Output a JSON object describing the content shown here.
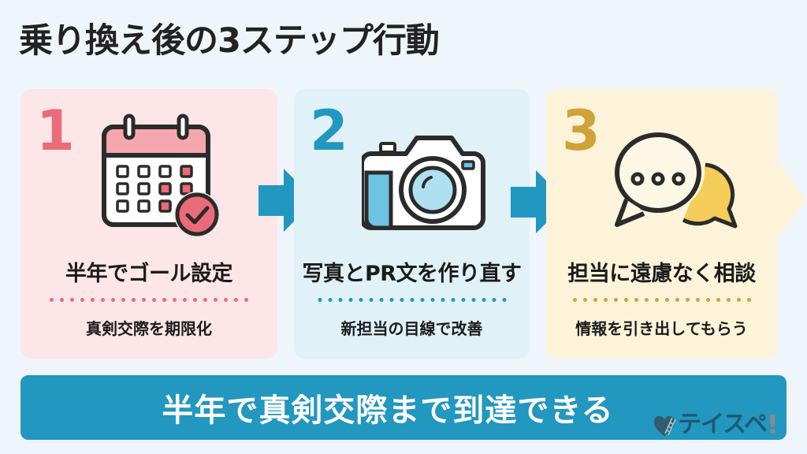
{
  "title": "乗り換え後の3ステップ行動",
  "colors": {
    "background": "#eef5fb",
    "step1_accent": "#ec6b78",
    "step1_bg": "#fce6e8",
    "step2_accent": "#2297c0",
    "step2_bg": "#e0f2f8",
    "step3_accent": "#cfa23a",
    "step3_bg": "#fcf3d9",
    "arrow": "#2297c0",
    "banner": "#2297c0"
  },
  "steps": [
    {
      "number": "1",
      "icon": "calendar-check-icon",
      "heading": "半年でゴール設定",
      "sub": "真剣交際を期限化"
    },
    {
      "number": "2",
      "icon": "camera-icon",
      "heading": "写真とPR文を作り直す",
      "sub": "新担当の目線で改善"
    },
    {
      "number": "3",
      "icon": "chat-bubbles-icon",
      "heading": "担当に遠慮なく相談",
      "sub": "情報を引き出してもらう"
    }
  ],
  "banner": {
    "text": "半年で真剣交際まで到達できる"
  },
  "logo": {
    "text": "テイスペ",
    "mark": "!"
  }
}
